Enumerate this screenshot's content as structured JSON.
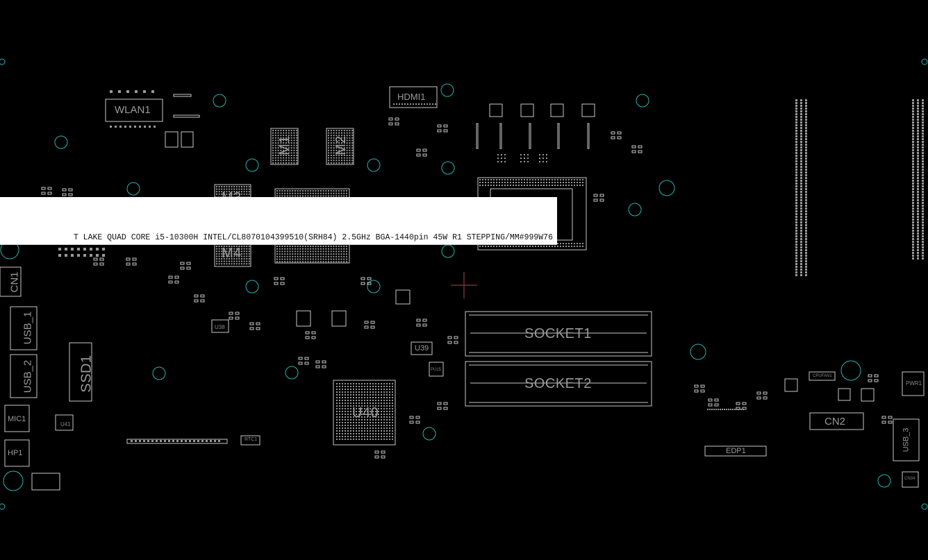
{
  "board": {
    "background": "#000000",
    "outline_color": "#c8c8c8",
    "hole_color": "#2ab3b3",
    "labels": {
      "wlan": "WLAN1",
      "hdmi": "HDMI1",
      "m1": "M1",
      "m2": "M2",
      "m3": "M3",
      "m4": "M4",
      "cn1": "CN1",
      "usb1": "USB_1",
      "usb2": "USB_2",
      "usb3": "USB_3",
      "ssd": "SSD1",
      "mic": "MIC1",
      "hp": "HP1",
      "u41": "U41",
      "u38": "U38",
      "u39": "U39",
      "u40": "U40",
      "rtc": "RTC1",
      "socket1": "SOCKET1",
      "socket2": "SOCKET2",
      "cn2": "CN2",
      "edp": "EDP1",
      "pwr": "PWR1",
      "cpufan": "CPUFAN1",
      "cn34": "CN34",
      "pu15": "PU15"
    }
  },
  "tooltip": {
    "text": "T LAKE QUAD CORE i5-10300H INTEL/CL8070104399510(SRH84) 2.5GHz BGA-1440pin 45W R1 STEPPING/MM#999W76"
  },
  "cursor": {
    "color": "#8a3a4a"
  }
}
